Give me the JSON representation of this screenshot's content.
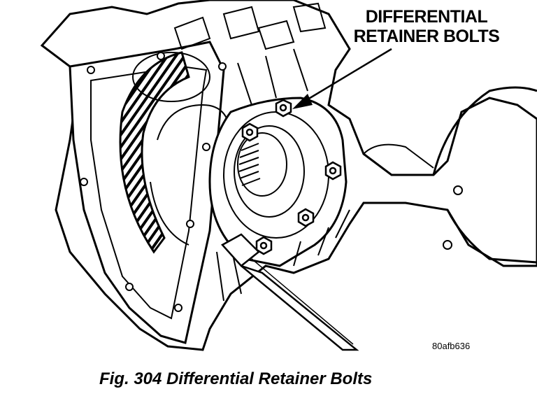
{
  "callout": {
    "line1": "DIFFERENTIAL",
    "line2": "RETAINER BOLTS"
  },
  "figure_id": "80afb636",
  "caption": "Fig. 304 Differential Retainer Bolts",
  "colors": {
    "ink": "#000000",
    "paper": "#ffffff"
  }
}
